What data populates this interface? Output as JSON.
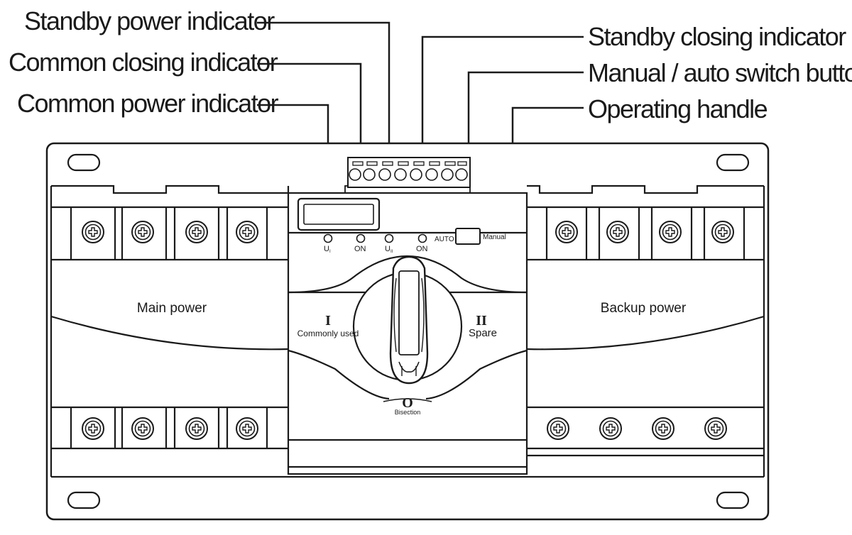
{
  "callouts": {
    "standby_power_indicator": "Standby power indicator",
    "common_closing_indicator": "Common closing indicator",
    "common_power_indicator": "Common power indicator",
    "standby_closing_indicator": "Standby closing indicator",
    "manual_auto_switch_button": "Manual / auto switch button",
    "operating_handle": "Operating handle"
  },
  "panel": {
    "main_power": "Main power",
    "backup_power": "Backup power",
    "indicator_labels": {
      "u1": "U",
      "u1_sub": "I",
      "on1": "ON",
      "u2": "U",
      "u2_sub": "II",
      "on2": "ON"
    },
    "auto_label": "AUTO",
    "manual_label": "Manual",
    "position_1": "I",
    "position_1_text": "Commonly used",
    "position_2": "II",
    "position_2_text": "Spare",
    "position_0": "O",
    "position_0_text": "Bisection"
  }
}
